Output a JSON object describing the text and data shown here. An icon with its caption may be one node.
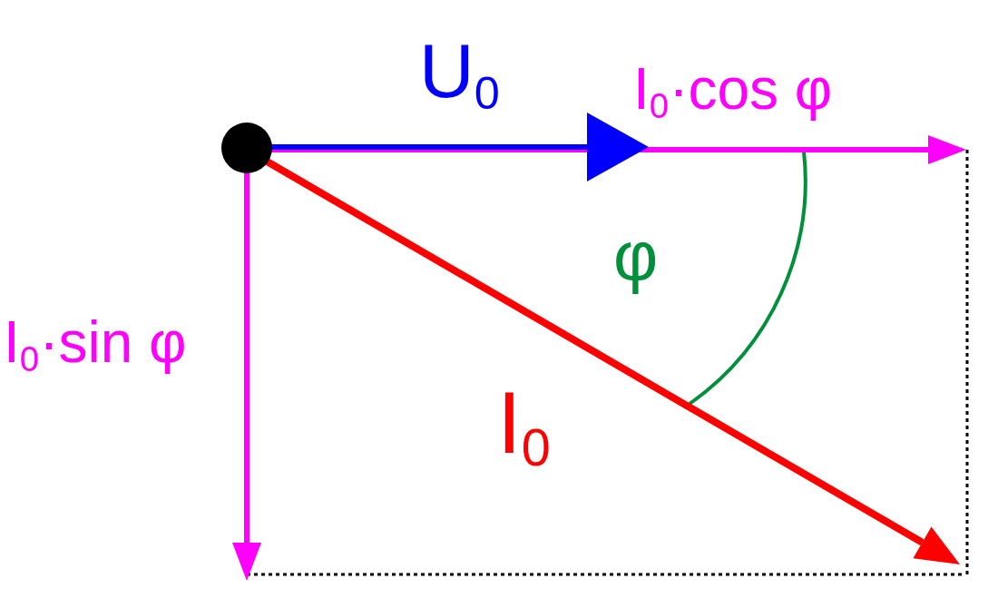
{
  "diagram": {
    "labels": [
      "U$_{0}$",
      "I$_{0}$·cos φ",
      "φ",
      "I$_{0}$·sin φ",
      "I$_{0}$"
    ]
  }
}
